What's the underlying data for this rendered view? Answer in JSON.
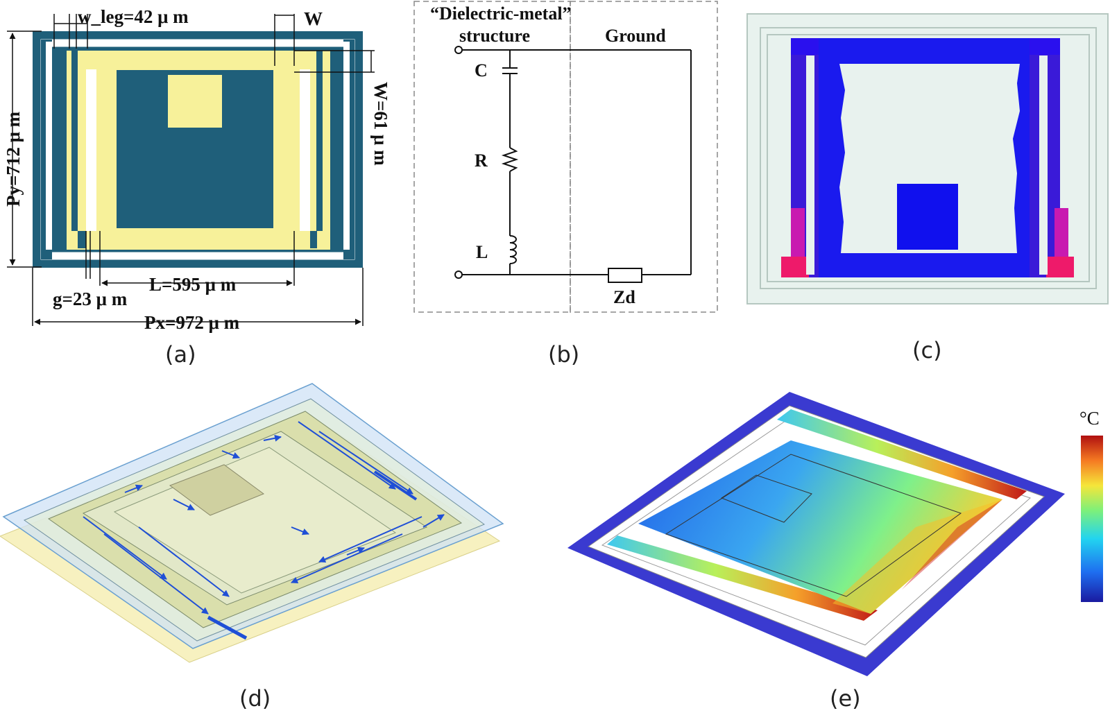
{
  "panel_a": {
    "w_leg_label": "w_leg=42 μ m",
    "w_label": "W",
    "w61_label": "W=61 μ m",
    "py_label": "Py=712 μ m",
    "g_label": "g=23 μ m",
    "l_label": "L=595 μ m",
    "px_label": "Px=972 μ m",
    "colors": {
      "substrate": "#1f5f7a",
      "metal": "#f7f19a",
      "gap": "#ffffff"
    }
  },
  "panel_b": {
    "title_line1": "“Dielectric-metal”",
    "title_line2": "structure",
    "ground_label": "Ground",
    "c_label": "C",
    "r_label": "R",
    "l_label": "L",
    "zd_label": "Zd"
  },
  "panel_c": {
    "colors": {
      "background": "#e8f2ee",
      "field": "#1a1aee",
      "hot": "#ee1a6a"
    }
  },
  "panel_d": {
    "colors": {
      "top_sheet": "#cfe2f5",
      "bottom_sheet": "#f7f1c0",
      "arrows": "#1f4fd6"
    }
  },
  "panel_e": {
    "colorbar_unit": "°C",
    "colormap": [
      "#1a1aa0",
      "#1e6ef0",
      "#22d4f0",
      "#7df07a",
      "#f5e63a",
      "#f57a22",
      "#b01010"
    ]
  },
  "captions": {
    "a": "(a)",
    "b": "(b)",
    "c": "(c)",
    "d": "(d)",
    "e": "(e)"
  }
}
